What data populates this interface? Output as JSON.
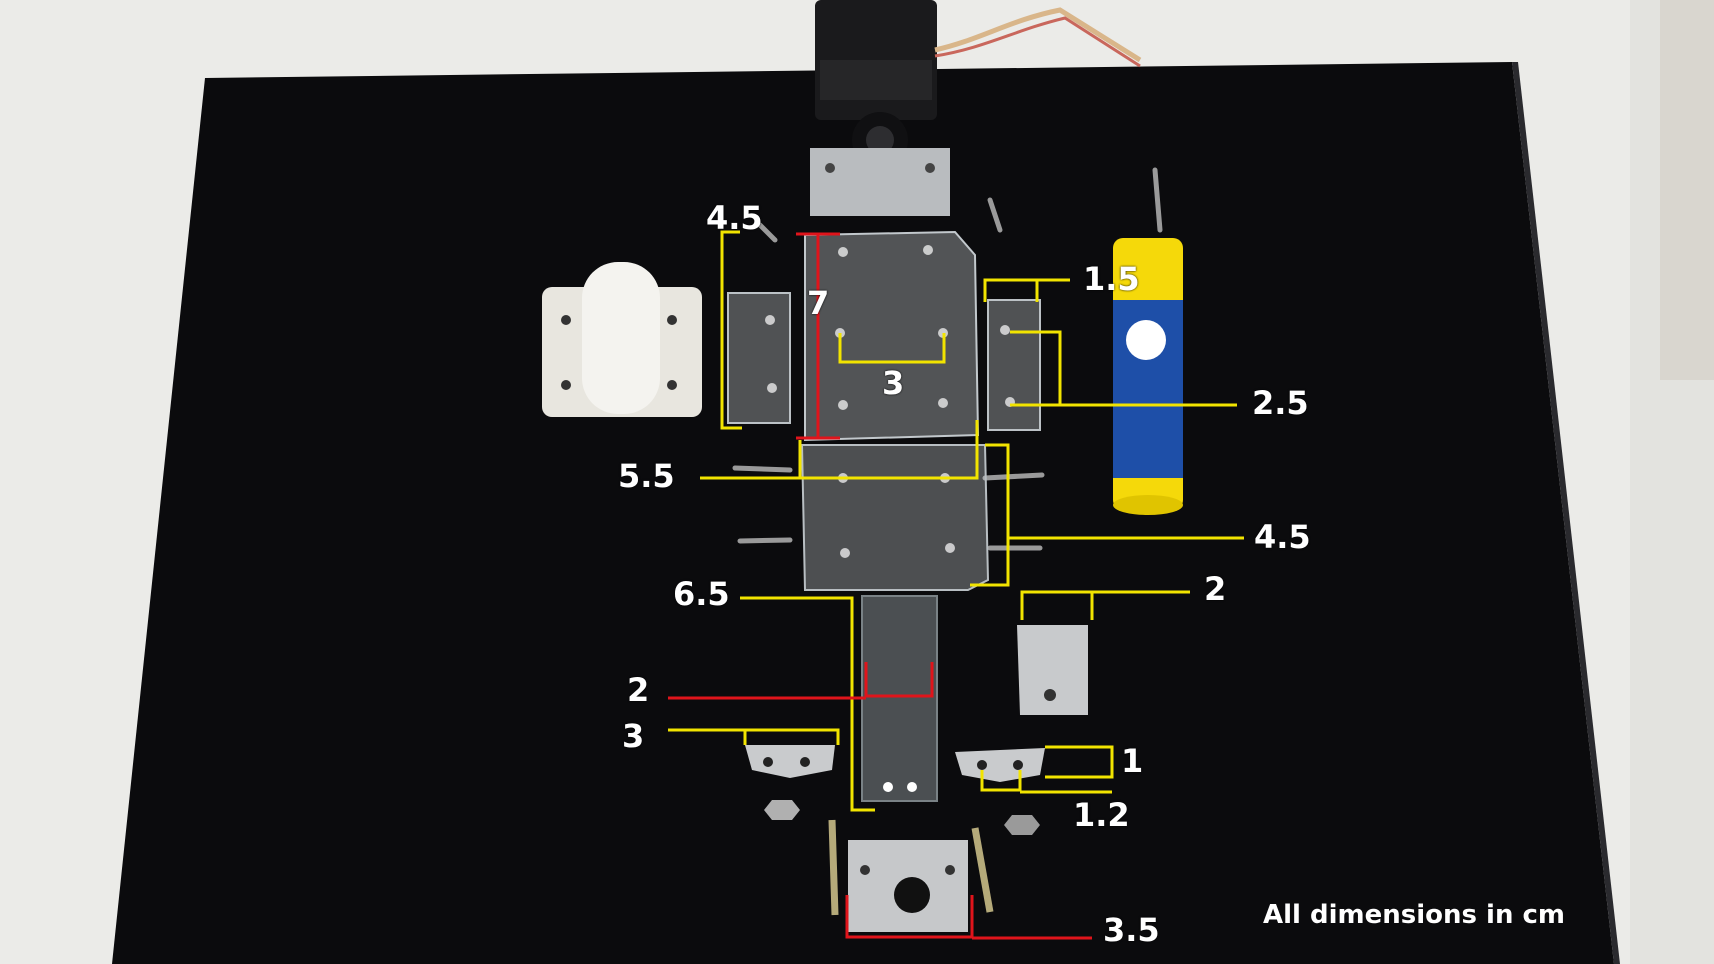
{
  "colors": {
    "board": "#0b0b0d",
    "cloth": "#ececea",
    "annotation_yellow": "#f2e400",
    "annotation_red": "#e0141b",
    "label_text": "#ffffff",
    "glue_yellow": "#f5d90a",
    "glue_blue": "#1e4fa8"
  },
  "icons": {
    "servo": "servo-motor-icon",
    "glue": "glue-stick-icon"
  },
  "dimensions": {
    "d_4_5_top": "4.5",
    "d_7": "7",
    "d_1_5": "1.5",
    "d_3": "3",
    "d_2_5": "2.5",
    "d_5_5": "5.5",
    "d_4_5_right": "4.5",
    "d_6_5": "6.5",
    "d_2_right": "2",
    "d_2_left": "2",
    "d_3_left": "3",
    "d_1": "1",
    "d_1_2": "1.2",
    "d_3_5": "3.5"
  },
  "note": "All dimensions in cm"
}
